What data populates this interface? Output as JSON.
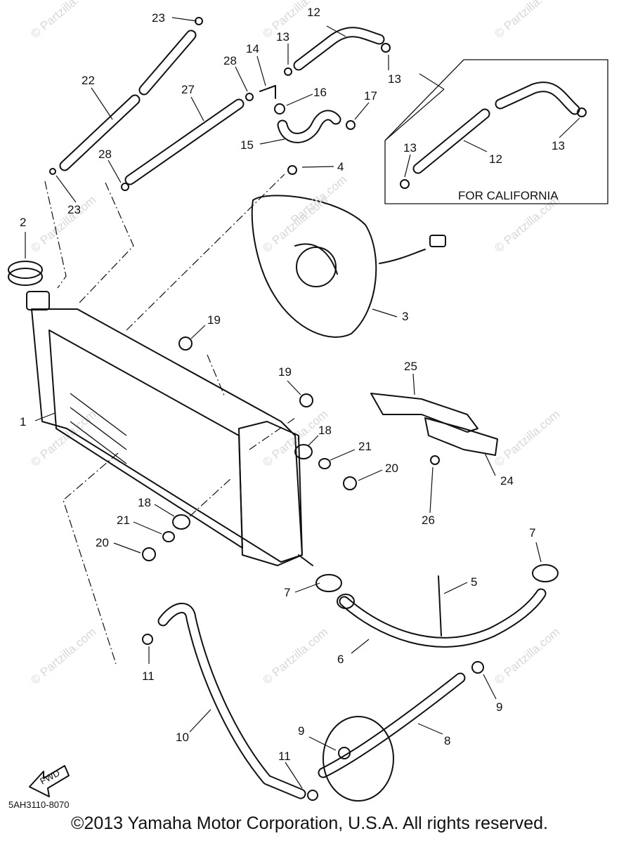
{
  "diagram": {
    "callouts": [
      {
        "id": "c1",
        "text": "1"
      },
      {
        "id": "c2",
        "text": "2"
      },
      {
        "id": "c3",
        "text": "3"
      },
      {
        "id": "c4",
        "text": "4"
      },
      {
        "id": "c5",
        "text": "5"
      },
      {
        "id": "c6",
        "text": "6"
      },
      {
        "id": "c7a",
        "text": "7"
      },
      {
        "id": "c7b",
        "text": "7"
      },
      {
        "id": "c8",
        "text": "8"
      },
      {
        "id": "c9a",
        "text": "9"
      },
      {
        "id": "c9b",
        "text": "9"
      },
      {
        "id": "c10",
        "text": "10"
      },
      {
        "id": "c11a",
        "text": "11"
      },
      {
        "id": "c11b",
        "text": "11"
      },
      {
        "id": "c12a",
        "text": "12"
      },
      {
        "id": "c12b",
        "text": "12"
      },
      {
        "id": "c13a",
        "text": "13"
      },
      {
        "id": "c13b",
        "text": "13"
      },
      {
        "id": "c13c",
        "text": "13"
      },
      {
        "id": "c13d",
        "text": "13"
      },
      {
        "id": "c14",
        "text": "14"
      },
      {
        "id": "c15",
        "text": "15"
      },
      {
        "id": "c16",
        "text": "16"
      },
      {
        "id": "c17",
        "text": "17"
      },
      {
        "id": "c18a",
        "text": "18"
      },
      {
        "id": "c18b",
        "text": "18"
      },
      {
        "id": "c19a",
        "text": "19"
      },
      {
        "id": "c19b",
        "text": "19"
      },
      {
        "id": "c20a",
        "text": "20"
      },
      {
        "id": "c20b",
        "text": "20"
      },
      {
        "id": "c21a",
        "text": "21"
      },
      {
        "id": "c21b",
        "text": "21"
      },
      {
        "id": "c22",
        "text": "22"
      },
      {
        "id": "c23a",
        "text": "23"
      },
      {
        "id": "c23b",
        "text": "23"
      },
      {
        "id": "c24",
        "text": "24"
      },
      {
        "id": "c25",
        "text": "25"
      },
      {
        "id": "c26",
        "text": "26"
      },
      {
        "id": "c27",
        "text": "27"
      },
      {
        "id": "c28a",
        "text": "28"
      },
      {
        "id": "c28b",
        "text": "28"
      }
    ],
    "california_label": "FOR CALIFORNIA",
    "fwd_label": "FWD",
    "reference_code": "5AH3110-8070",
    "watermark": "© Partzilla.com",
    "watermark_main": "Partzilla.com"
  },
  "footer": {
    "copyright": "©2013 Yamaha Motor Corporation, U.S.A. All rights reserved."
  }
}
